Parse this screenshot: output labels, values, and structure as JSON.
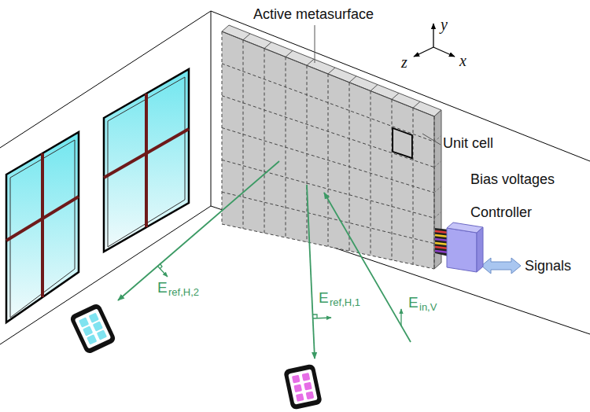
{
  "diagram": {
    "nodes": [
      {
        "text": [
          "Controller"
        ]
      }
    ],
    "labels": [
      "Active metasurface",
      "Unit cell",
      "Bias voltages",
      "Signals",
      "y",
      "z",
      "x",
      "E",
      "ref,H,2",
      "E",
      "ref,H,1",
      "E",
      "in,V"
    ]
  }
}
